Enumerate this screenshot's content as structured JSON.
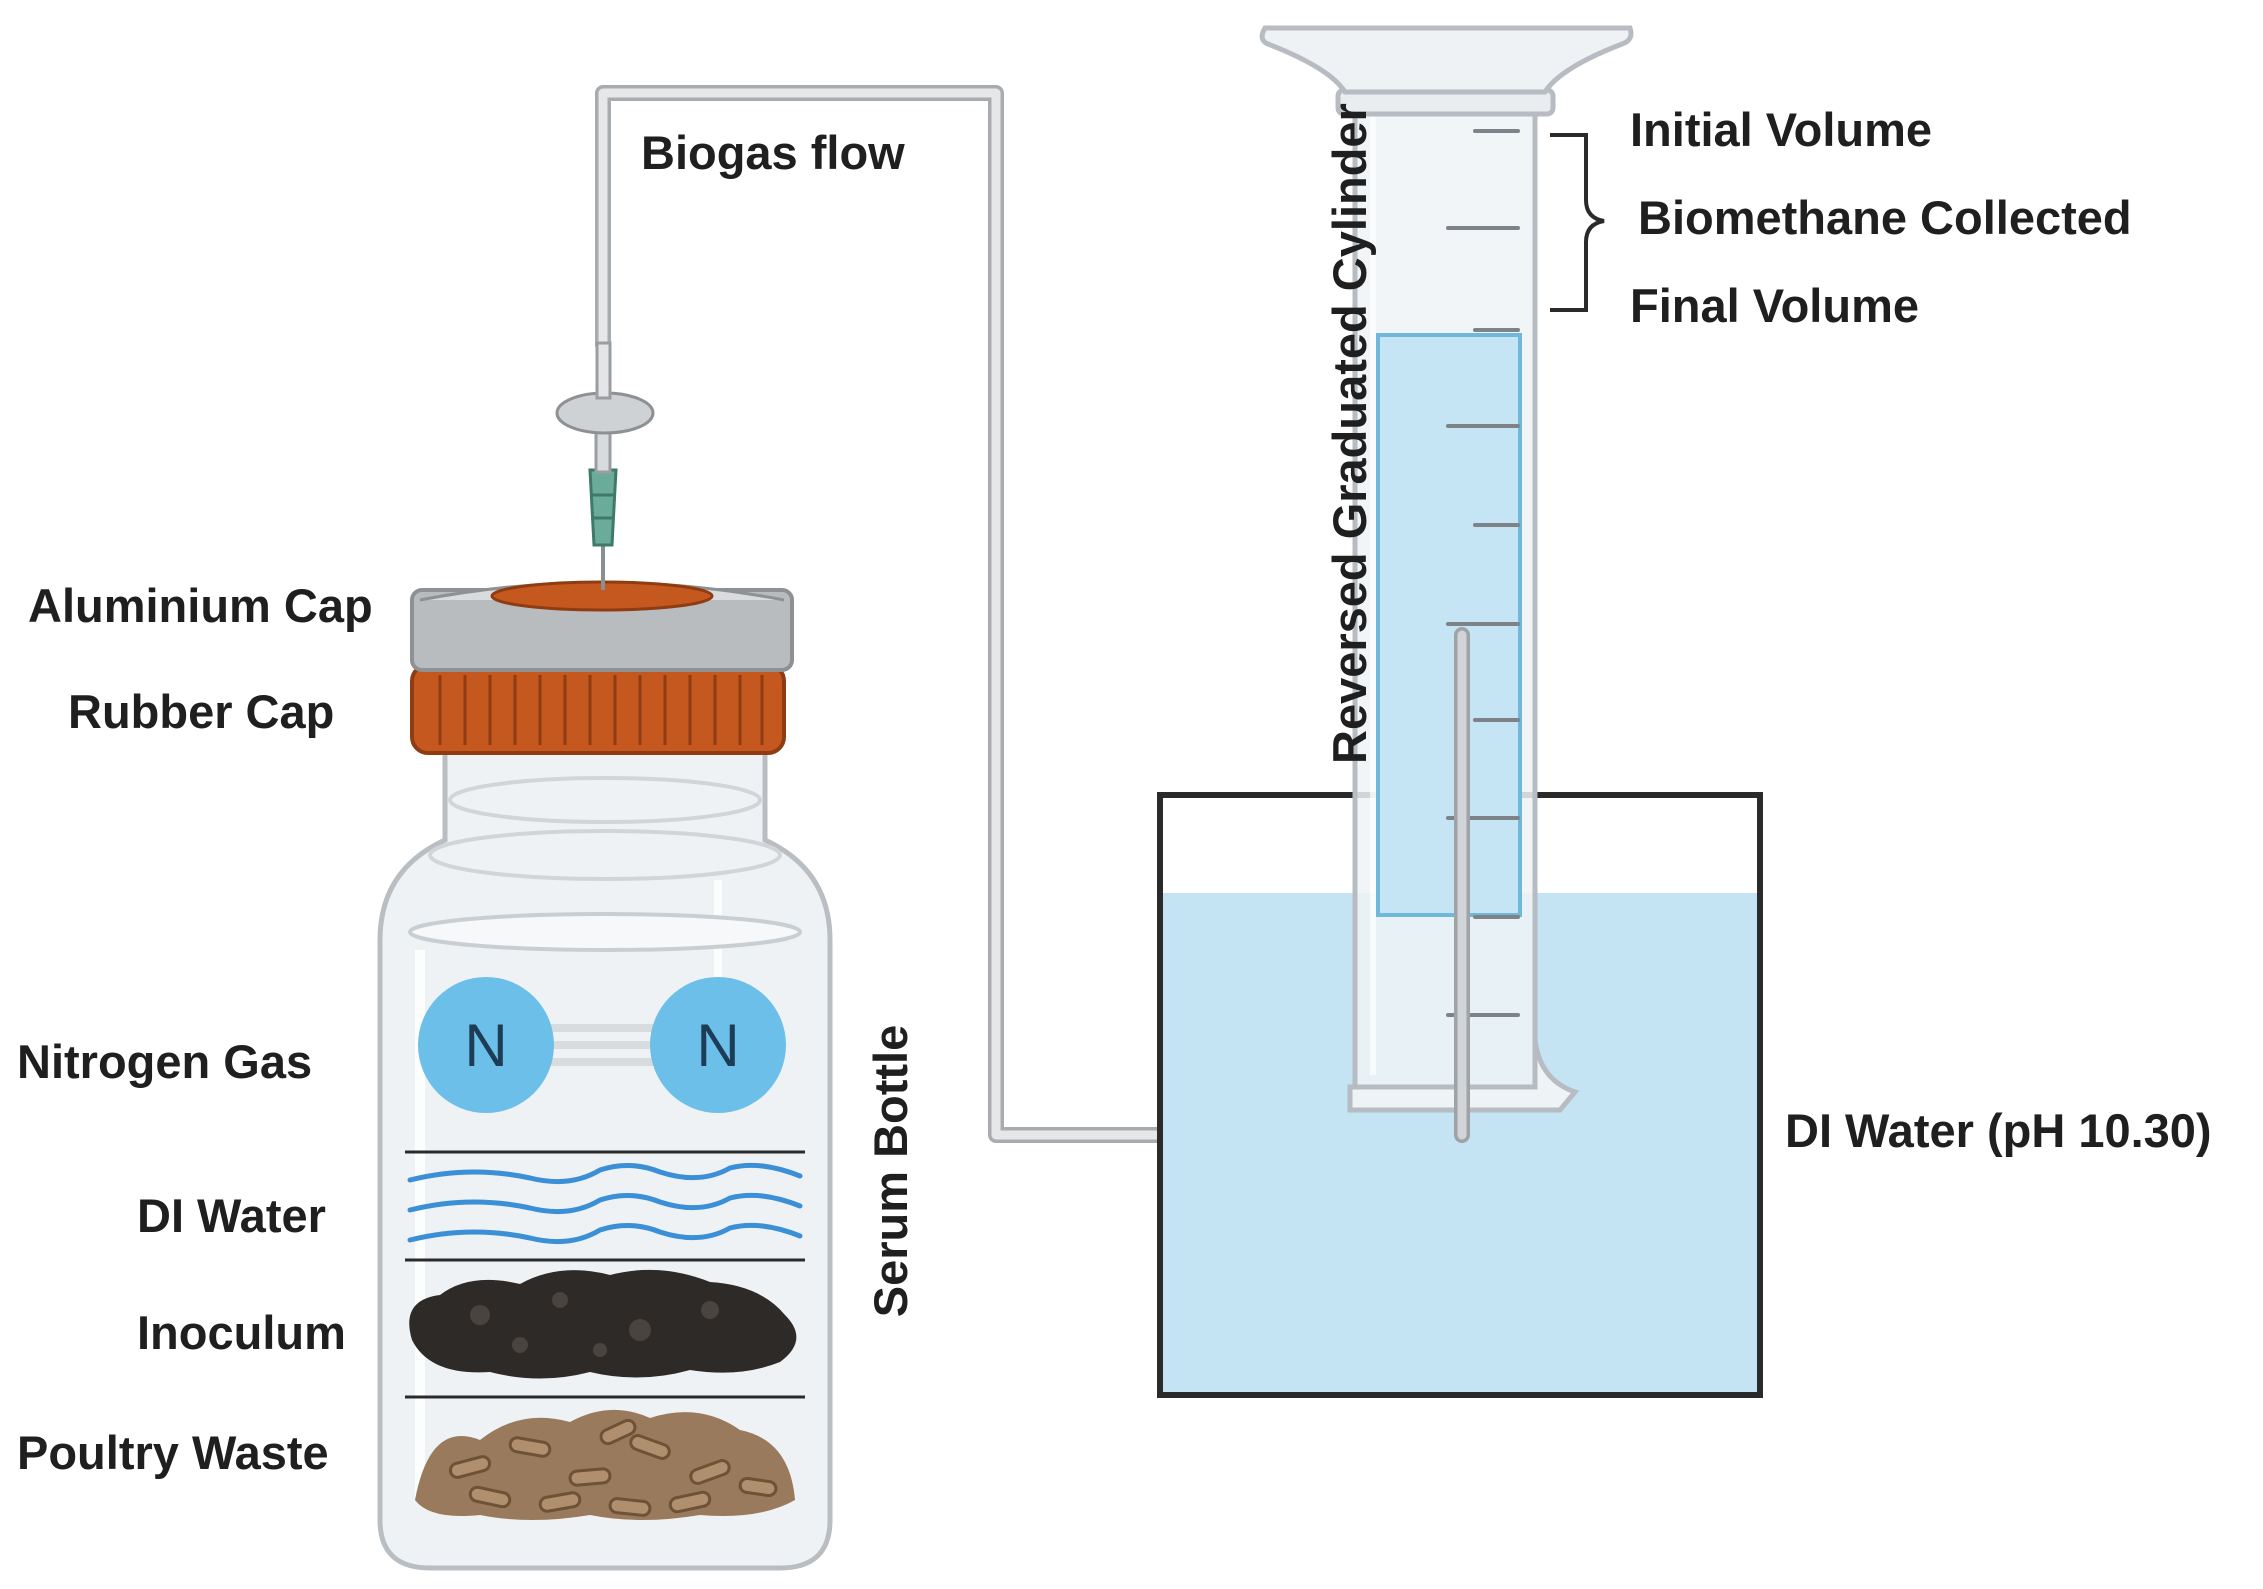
{
  "labels": {
    "biogas_flow": "Biogas flow",
    "aluminium_cap": "Aluminium Cap",
    "rubber_cap": "Rubber Cap",
    "nitrogen_gas": "Nitrogen Gas",
    "di_water": "DI Water",
    "inoculum": "Inoculum",
    "poultry_waste": "Poultry Waste",
    "serum_bottle": "Serum Bottle",
    "reversed_cylinder": "Reversed Graduated Cylinder",
    "initial_volume": "Initial Volume",
    "biomethane_collected": "Biomethane Collected",
    "final_volume": "Final Volume",
    "di_water_ph": "DI Water (pH 10.30)"
  },
  "atoms": {
    "left": "N",
    "right": "N"
  },
  "colors": {
    "water": "#c4e4f3",
    "cylinder_water": "#c6e5f4",
    "atom": "#6cbfe8",
    "rubber_cap": "#c4581f",
    "aluminium_cap": "#b9bcbf",
    "inoculum": "#2e2a28",
    "poultry_waste": "#9a7a5c",
    "needle_hub": "#6aab9a",
    "tubing": "#d4d6d8",
    "wave": "#3a8fd6"
  }
}
